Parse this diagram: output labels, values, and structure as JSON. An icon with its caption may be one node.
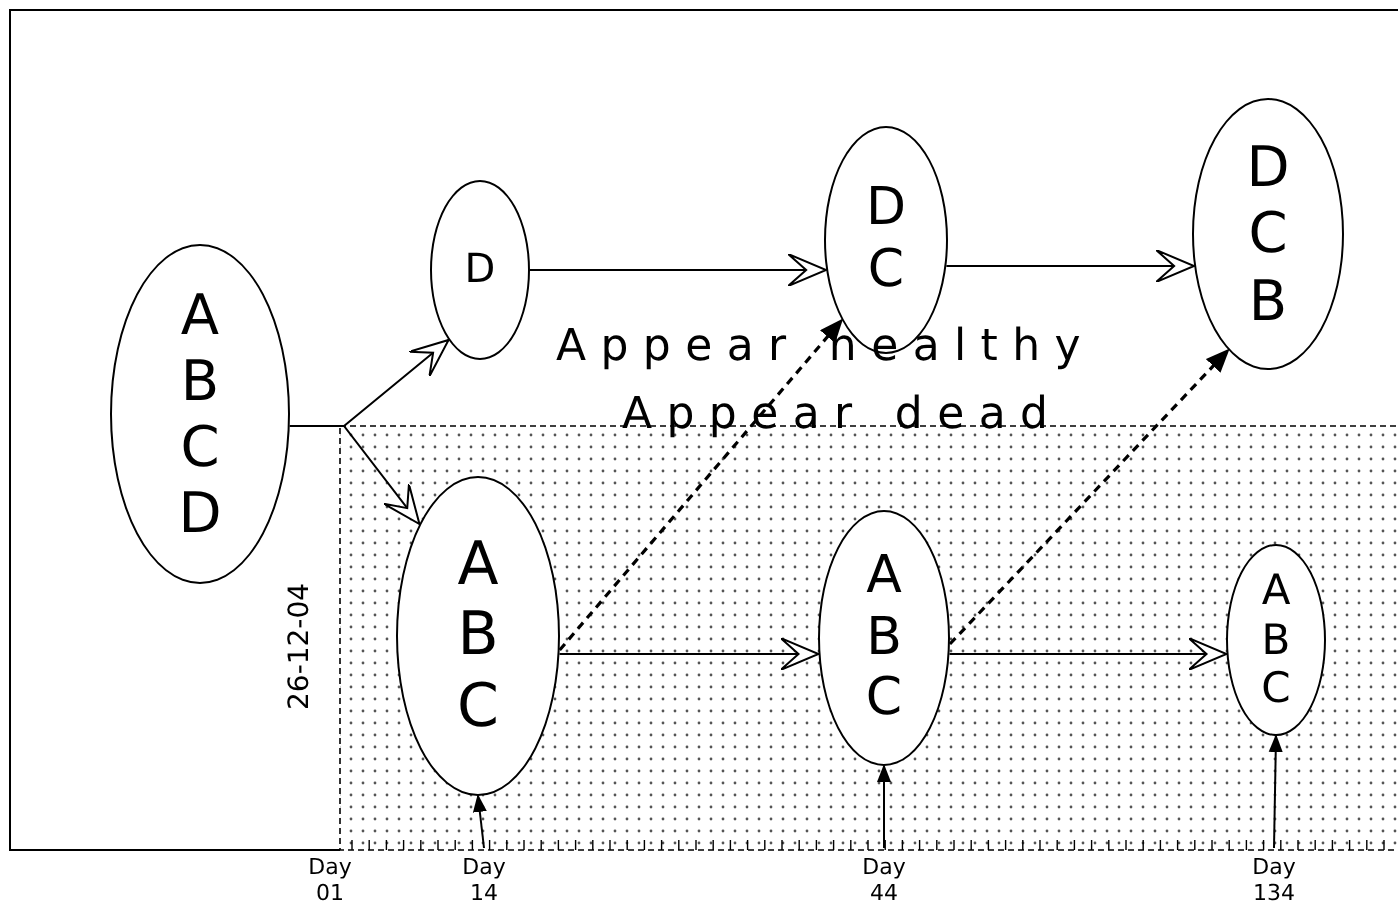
{
  "diagram": {
    "nodes": [
      {
        "text": [
          "A B C D"
        ]
      },
      {
        "text": [
          "D"
        ]
      },
      {
        "text": [
          "D C"
        ]
      },
      {
        "text": [
          "D C B"
        ]
      },
      {
        "text": [
          "A B C"
        ]
      },
      {
        "text": [
          "A B C"
        ]
      },
      {
        "text": [
          "A B C"
        ]
      },
      {
        "text": [
          "Day 14"
        ]
      },
      {
        "text": [
          "Day 44"
        ]
      },
      {
        "text": [
          "Day 134"
        ]
      }
    ],
    "edges": [
      {
        "from": 0,
        "to": 1,
        "arrow": "to"
      },
      {
        "from": 0,
        "to": 4,
        "arrow": "to"
      },
      {
        "from": 1,
        "to": 2,
        "arrow": "to"
      },
      {
        "from": 2,
        "to": 3,
        "arrow": "to"
      },
      {
        "from": 4,
        "to": 5,
        "arrow": "to"
      },
      {
        "from": 5,
        "to": 6,
        "arrow": "to"
      },
      {
        "from": 4,
        "to": 2,
        "arrow": "to",
        "style": "dashed"
      },
      {
        "from": 5,
        "to": 3,
        "arrow": "to",
        "style": "dashed"
      },
      {
        "from": 7,
        "to": 4,
        "arrow": "to"
      },
      {
        "from": 8,
        "to": 5,
        "arrow": "to"
      },
      {
        "from": 9,
        "to": 6,
        "arrow": "to"
      }
    ],
    "labels": [
      "Appear healthy",
      "Appear dead",
      "26-12-04",
      "Day 01"
    ]
  }
}
